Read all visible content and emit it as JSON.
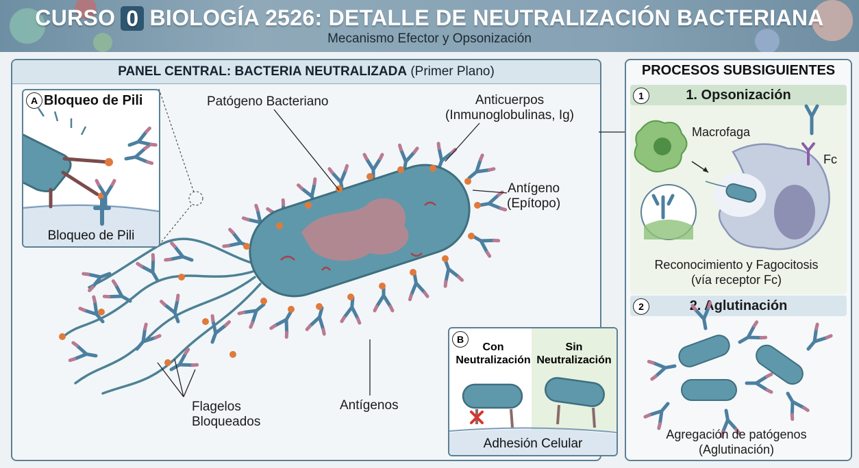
{
  "header": {
    "title_prefix": "CURSO",
    "title_number": "0",
    "title_main": "BIOLOGÍA 2526: DETALLE DE NEUTRALIZACIÓN BACTERIANA",
    "subtitle": "Mecanismo Efector y Opsonización"
  },
  "central_panel": {
    "title_bold": "PANEL CENTRAL: BACTERIA NEUTRALIZADA",
    "title_rest": "(Primer Plano)",
    "labels": {
      "pathogen": "Patógeno Bacteriano",
      "antibodies_line1": "Anticuerpos",
      "antibodies_line2": "(Inmunoglobulinas, Ig)",
      "antigen_line1": "Antígeno",
      "antigen_line2": "(Epítopo)",
      "flagella_line1": "Flagelos",
      "flagella_line2": "Bloqueados",
      "antigens": "Antígenos"
    },
    "inset_a": {
      "badge": "A",
      "title": "Bloqueo de Pili",
      "caption": "Bloqueo de Pili"
    },
    "inset_b": {
      "badge": "B",
      "col1_line1": "Con",
      "col1_line2": "Neutralización",
      "col2_line1": "Sin",
      "col2_line2": "Neutralización",
      "caption": "Adhesión Celular"
    }
  },
  "side_panel": {
    "title": "PROCESOS SUBSIGUIENTES",
    "section1": {
      "badge": "1",
      "title": "1. Opsonización",
      "macrophage_label": "Macrofaga",
      "fc_label": "Fc",
      "caption_line1": "Reconocimiento y Fagocitosis",
      "caption_line2": "(vía receptor Fc)"
    },
    "section2": {
      "badge": "2",
      "title": "2. Aglutinación",
      "caption_line1": "Agregación de patógenos",
      "caption_line2": "(Aglutinación)"
    }
  },
  "colors": {
    "bacterium": "#5f98aa",
    "antibody": "#4c7fa0",
    "antigen": "#e07a3c",
    "nucleoid": "#b9868f",
    "frame": "#5c7f95"
  }
}
